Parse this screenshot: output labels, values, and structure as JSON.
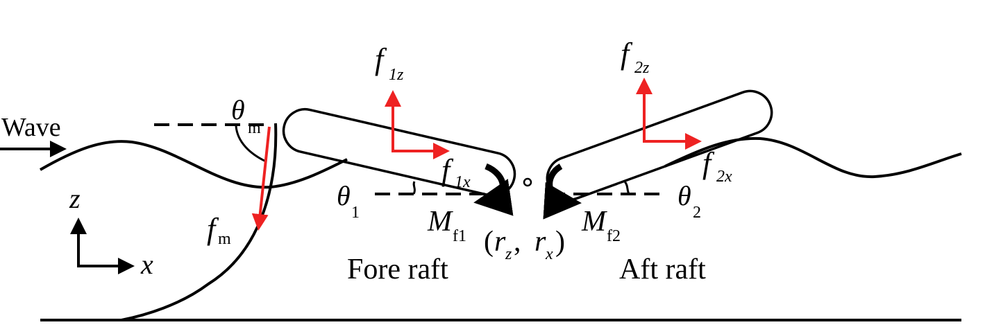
{
  "labels": {
    "wave": "Wave",
    "theta_m": {
      "main": "θ",
      "sub": "m"
    },
    "f_m": {
      "main": "f",
      "sub": "m"
    },
    "f_1z": {
      "main": "f",
      "sub": "1z"
    },
    "f_1x": {
      "main": "f",
      "sub": "1x"
    },
    "f_2z": {
      "main": "f",
      "sub": "2z"
    },
    "f_2x": {
      "main": "f",
      "sub": "2x"
    },
    "theta_1": {
      "main": "θ",
      "sub": "1"
    },
    "theta_2": {
      "main": "θ",
      "sub": "2"
    },
    "M_f1": {
      "main": "M",
      "sub": "f1"
    },
    "M_f2": {
      "main": "M",
      "sub": "f2"
    },
    "hinge": {
      "open": "(",
      "rz": "r",
      "rz_sub": "z",
      "sep": ", ",
      "rx": "r",
      "rx_sub": "x",
      "close": ")"
    },
    "axis_z": "z",
    "axis_x": "x",
    "fore_raft": "Fore raft",
    "aft_raft": "Aft raft"
  },
  "colors": {
    "force": "#ee2222",
    "line": "#000000"
  }
}
